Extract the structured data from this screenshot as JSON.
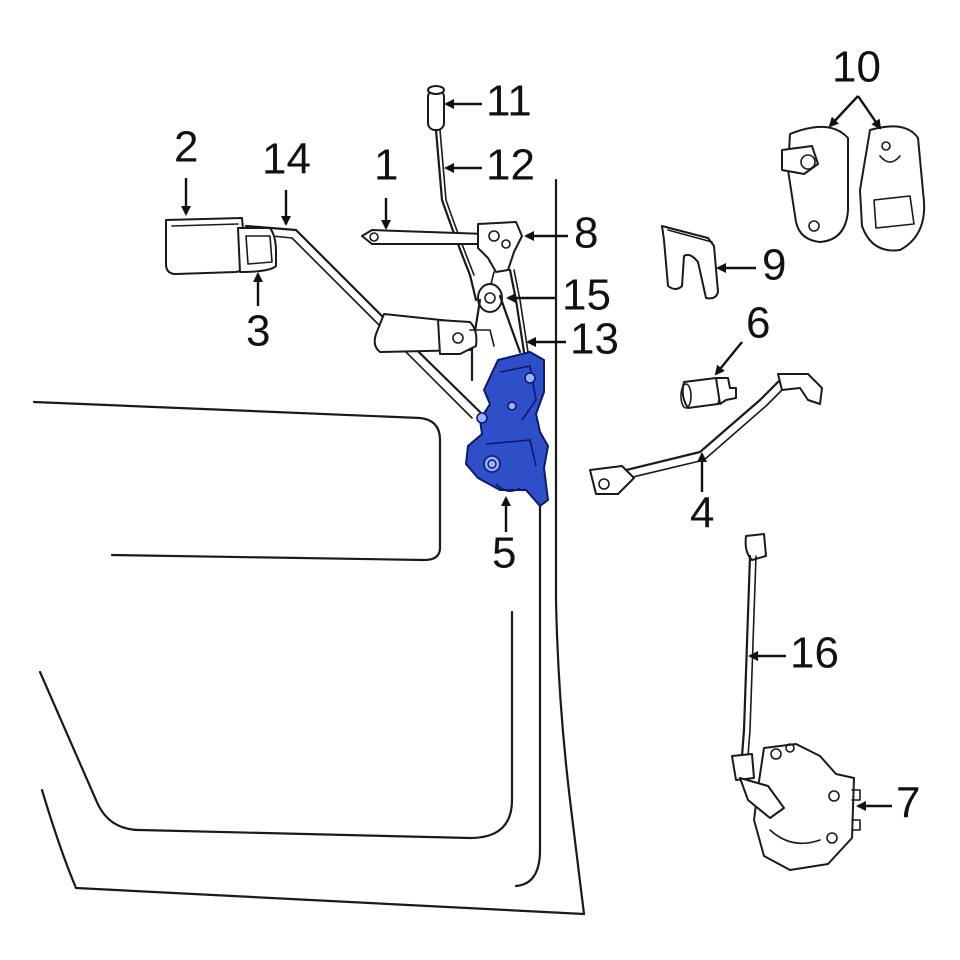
{
  "colors": {
    "line": "#1a1a1a",
    "highlight_fill": "#2e4fc7",
    "highlight_stroke": "#0a1a6e",
    "background": "#ffffff"
  },
  "callouts": [
    {
      "id": "label-1",
      "text": "1"
    },
    {
      "id": "label-2",
      "text": "2"
    },
    {
      "id": "label-3",
      "text": "3"
    },
    {
      "id": "label-4",
      "text": "4"
    },
    {
      "id": "label-5",
      "text": "5"
    },
    {
      "id": "label-6",
      "text": "6"
    },
    {
      "id": "label-7",
      "text": "7"
    },
    {
      "id": "label-8",
      "text": "8"
    },
    {
      "id": "label-9",
      "text": "9"
    },
    {
      "id": "label-10",
      "text": "10"
    },
    {
      "id": "label-11",
      "text": "11"
    },
    {
      "id": "label-12",
      "text": "12"
    },
    {
      "id": "label-13",
      "text": "13"
    },
    {
      "id": "label-14",
      "text": "14"
    },
    {
      "id": "label-15",
      "text": "15"
    },
    {
      "id": "label-16",
      "text": "16"
    }
  ],
  "highlighted_part": "5"
}
